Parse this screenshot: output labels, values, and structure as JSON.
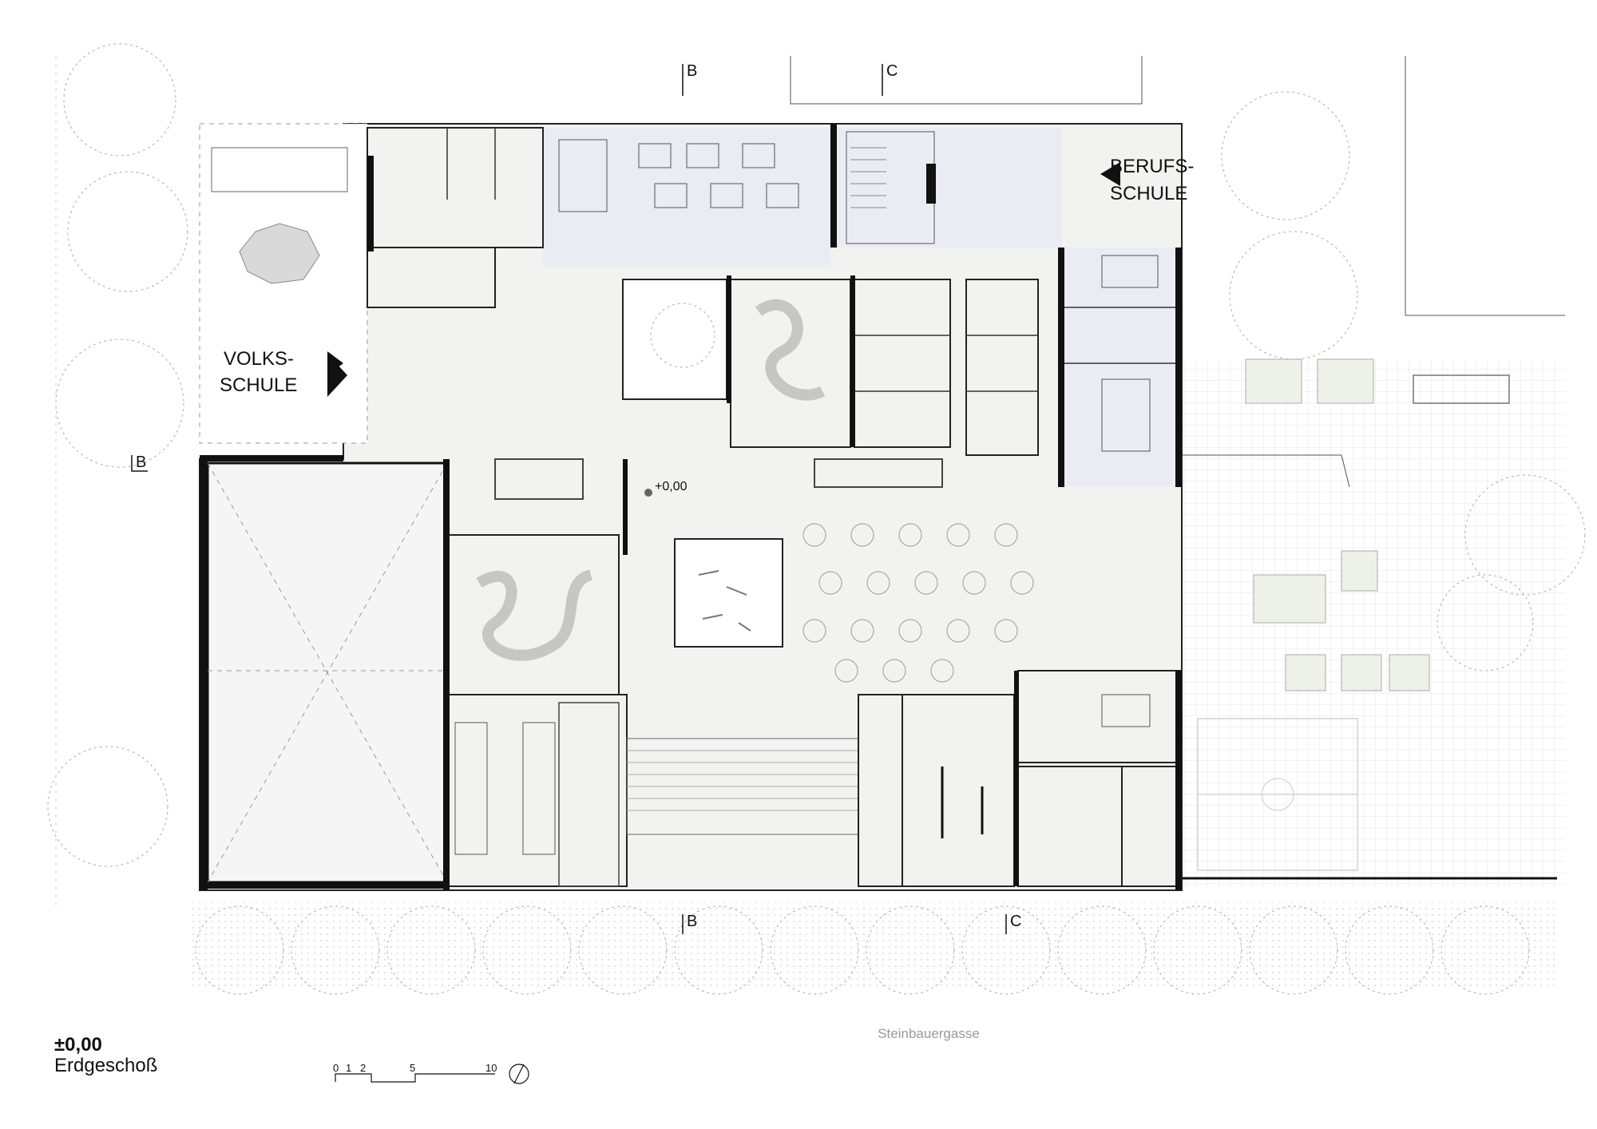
{
  "labels": {
    "entrance_berufsschule_line1": "BERUFS-",
    "entrance_berufsschule_line2": "SCHULE",
    "entrance_volksschule_line1": "VOLKS-",
    "entrance_volksschule_line2": "SCHULE",
    "section_b": "B",
    "section_c": "C",
    "level_mark": "+0,00",
    "street": "Steinbauergasse"
  },
  "title": {
    "level": "±0,00",
    "floor": "Erdgeschoß"
  },
  "scale_bar": {
    "ticks": [
      "0",
      "1",
      "2",
      "5",
      "10"
    ]
  },
  "icons": {
    "north": "north-arrow-icon",
    "entrance": "entrance-arrow-icon",
    "section": "section-marker-icon"
  },
  "colors": {
    "wall": "#111111",
    "floor": "#f2f2f1",
    "highlight": "#e9ecf3",
    "vegetation": "#b8b8b8"
  }
}
